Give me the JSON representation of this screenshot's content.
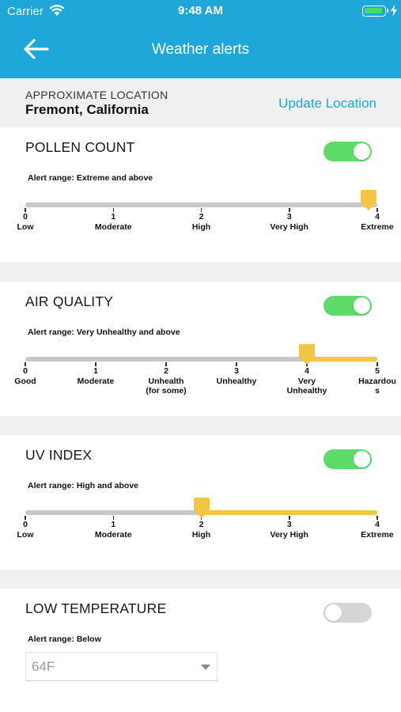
{
  "status_bar": {
    "carrier": "Carrier",
    "time": "9:48 AM"
  },
  "nav": {
    "title": "Weather alerts"
  },
  "location": {
    "label": "APPROXIMATE LOCATION",
    "value": "Fremont, California",
    "update_label": "Update Location"
  },
  "colors": {
    "accent": "#1ea7d8",
    "toggle_on": "#5ddc6a",
    "toggle_off": "#d6d6d6",
    "slider_fill": "#f4c542",
    "track": "#c8c8c8"
  },
  "alerts": [
    {
      "title": "POLLEN COUNT",
      "enabled": true,
      "alert_range": "Alert range: Extreme and above",
      "selected_index": 4,
      "ticks": [
        {
          "num": "0",
          "label": "Low"
        },
        {
          "num": "1",
          "label": "Moderate"
        },
        {
          "num": "2",
          "label": "High"
        },
        {
          "num": "3",
          "label": "Very High"
        },
        {
          "num": "4",
          "label": "Extreme"
        }
      ]
    },
    {
      "title": "AIR QUALITY",
      "enabled": true,
      "alert_range": "Alert range: Very Unhealthy and above",
      "selected_index": 4,
      "ticks": [
        {
          "num": "0",
          "label": "Good"
        },
        {
          "num": "1",
          "label": "Moderate"
        },
        {
          "num": "2",
          "label": "Unhealth\n(for some)"
        },
        {
          "num": "3",
          "label": "Unhealthy"
        },
        {
          "num": "4",
          "label": "Very\nUnhealthy"
        },
        {
          "num": "5",
          "label": "Hazardou\ns"
        }
      ]
    },
    {
      "title": "UV INDEX",
      "enabled": true,
      "alert_range": "Alert range: High and above",
      "selected_index": 2,
      "ticks": [
        {
          "num": "0",
          "label": "Low"
        },
        {
          "num": "1",
          "label": "Moderate"
        },
        {
          "num": "2",
          "label": "High"
        },
        {
          "num": "3",
          "label": "Very High"
        },
        {
          "num": "4",
          "label": "Extreme"
        }
      ]
    }
  ],
  "low_temperature": {
    "title": "LOW TEMPERATURE",
    "enabled": false,
    "alert_range": "Alert range: Below",
    "selected_value": "64F"
  }
}
